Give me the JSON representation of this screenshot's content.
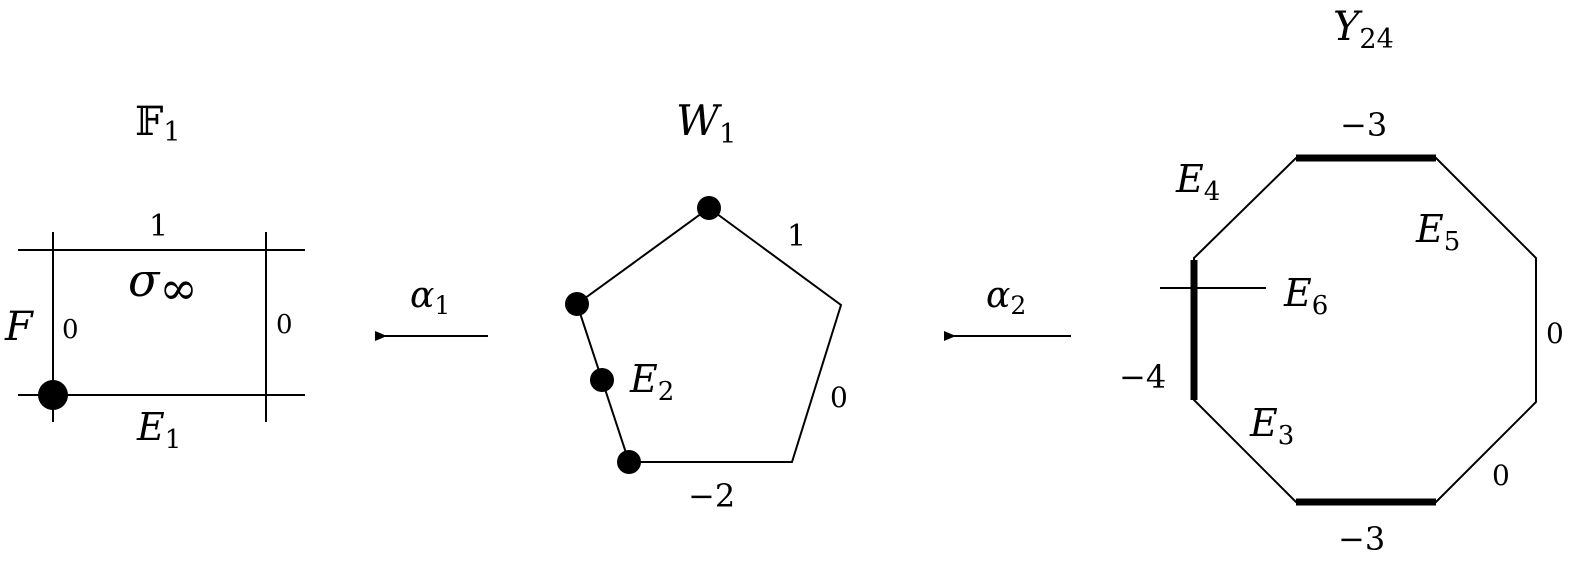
{
  "panels": {
    "f1": {
      "title_base": "𝔽",
      "title_sub": "1",
      "top_num": "1",
      "sigma_base": "σ",
      "sigma_sub": "∞",
      "f_label": "F",
      "left_num": "0",
      "right_num": "0",
      "bottom_base": "E",
      "bottom_sub": "1"
    },
    "w1": {
      "title_base": "W",
      "title_sub": "1",
      "upper_right_num": "1",
      "right_num": "0",
      "bottom_num": "−2",
      "e2_base": "E",
      "e2_sub": "2"
    },
    "y24": {
      "title_base": "Y",
      "title_sub": "24",
      "top_num": "−3",
      "e4_base": "E",
      "e4_sub": "4",
      "e5_base": "E",
      "e5_sub": "5",
      "e6_base": "E",
      "e6_sub": "6",
      "left_num": "−4",
      "right_num": "0",
      "e3_base": "E",
      "e3_sub": "3",
      "lower_right_num": "0",
      "bottom_num": "−3"
    }
  },
  "maps": {
    "alpha1_base": "α",
    "alpha1_sub": "1",
    "alpha2_base": "α",
    "alpha2_sub": "2"
  }
}
